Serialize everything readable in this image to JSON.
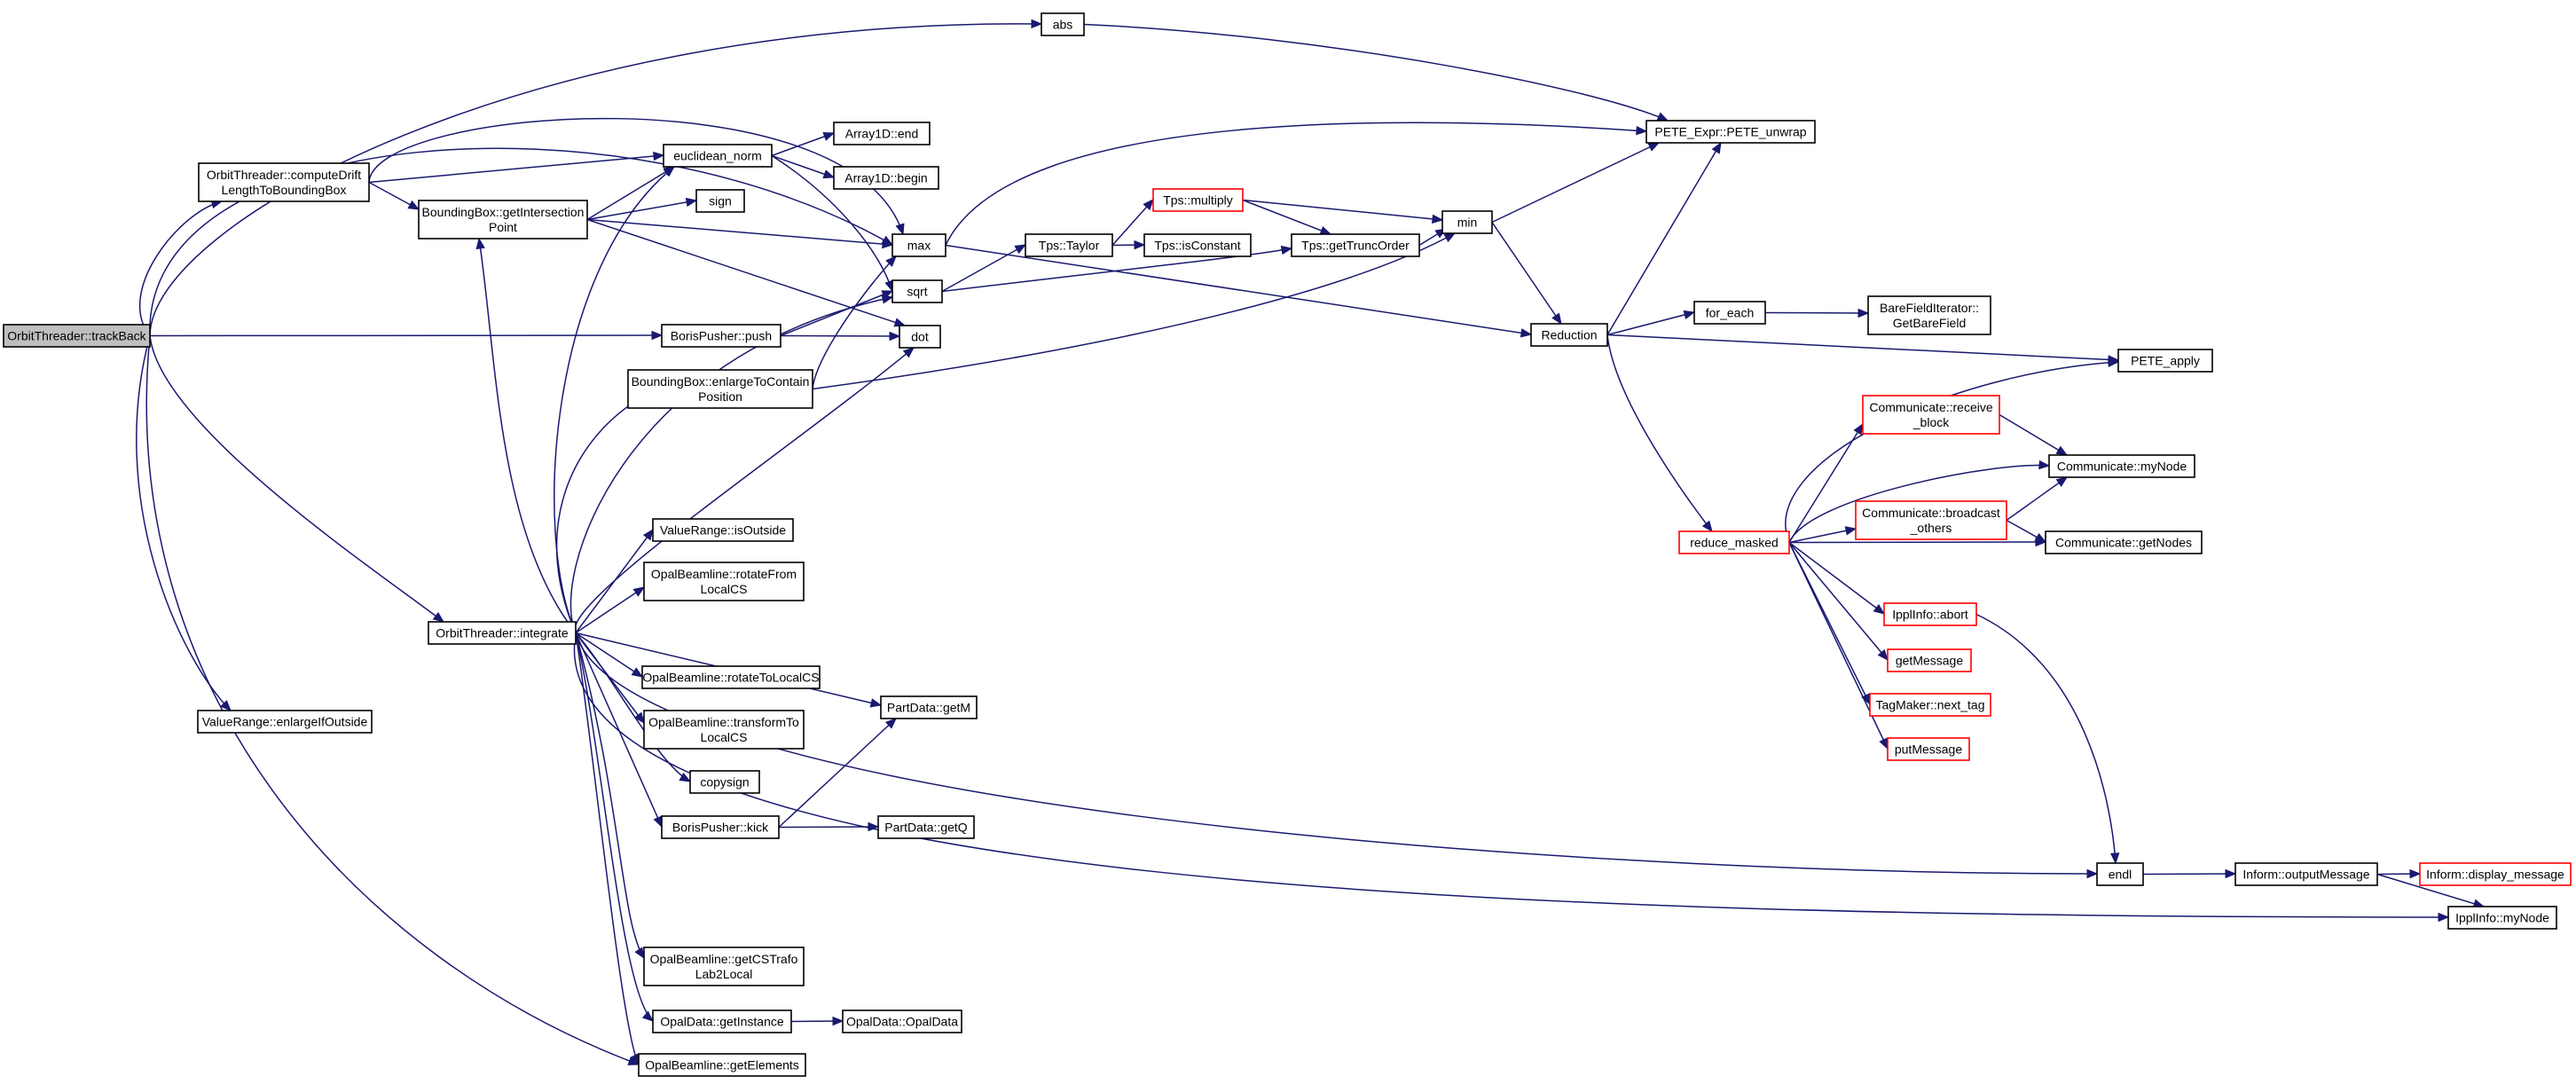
{
  "diagram": {
    "colors": {
      "edge": "#191970",
      "node_border": "#000000",
      "truncated_border": "#ff0000",
      "root_fill": "#bfbfbf",
      "background": "#ffffff"
    },
    "nodes": [
      {
        "id": "trackBack",
        "lines": [
          "OrbitThreader::trackBack"
        ],
        "root": true
      },
      {
        "id": "abs",
        "lines": [
          "abs"
        ]
      },
      {
        "id": "computeDrift",
        "lines": [
          "OrbitThreader::computeDrift",
          "LengthToBoundingBox"
        ]
      },
      {
        "id": "euclidean",
        "lines": [
          "euclidean_norm"
        ]
      },
      {
        "id": "a1end",
        "lines": [
          "Array1D::end"
        ]
      },
      {
        "id": "a1begin",
        "lines": [
          "Array1D::begin"
        ]
      },
      {
        "id": "getIntersection",
        "lines": [
          "BoundingBox::getIntersection",
          "Point"
        ]
      },
      {
        "id": "sign",
        "lines": [
          "sign"
        ]
      },
      {
        "id": "max",
        "lines": [
          "max"
        ]
      },
      {
        "id": "sqrt",
        "lines": [
          "sqrt"
        ]
      },
      {
        "id": "dot",
        "lines": [
          "dot"
        ]
      },
      {
        "id": "borispush",
        "lines": [
          "BorisPusher::push"
        ]
      },
      {
        "id": "enlarge",
        "lines": [
          "BoundingBox::enlargeToContain",
          "Position"
        ]
      },
      {
        "id": "tpsmultiply",
        "lines": [
          "Tps::multiply"
        ],
        "truncated": true
      },
      {
        "id": "tpstaylor",
        "lines": [
          "Tps::Taylor"
        ]
      },
      {
        "id": "tpsisconstant",
        "lines": [
          "Tps::isConstant"
        ]
      },
      {
        "id": "gettrunc",
        "lines": [
          "Tps::getTruncOrder"
        ]
      },
      {
        "id": "min",
        "lines": [
          "min"
        ]
      },
      {
        "id": "peteunwrap",
        "lines": [
          "PETE_Expr::PETE_unwrap"
        ]
      },
      {
        "id": "reduction",
        "lines": [
          "Reduction"
        ]
      },
      {
        "id": "foreach",
        "lines": [
          "for_each"
        ]
      },
      {
        "id": "barefield",
        "lines": [
          "BareFieldIterator::",
          "GetBareField"
        ]
      },
      {
        "id": "peteapply",
        "lines": [
          "PETE_apply"
        ]
      },
      {
        "id": "recvblock",
        "lines": [
          "Communicate::receive",
          "_block"
        ],
        "truncated": true
      },
      {
        "id": "commnode",
        "lines": [
          "Communicate::myNode"
        ]
      },
      {
        "id": "bcast",
        "lines": [
          "Communicate::broadcast",
          "_others"
        ],
        "truncated": true
      },
      {
        "id": "getnodes",
        "lines": [
          "Communicate::getNodes"
        ]
      },
      {
        "id": "reducemasked",
        "lines": [
          "reduce_masked"
        ],
        "truncated": true
      },
      {
        "id": "abort",
        "lines": [
          "IpplInfo::abort"
        ],
        "truncated": true
      },
      {
        "id": "getmessage",
        "lines": [
          "getMessage"
        ],
        "truncated": true
      },
      {
        "id": "nexttag",
        "lines": [
          "TagMaker::next_tag"
        ],
        "truncated": true
      },
      {
        "id": "putmessage",
        "lines": [
          "putMessage"
        ],
        "truncated": true
      },
      {
        "id": "isoutside",
        "lines": [
          "ValueRange::isOutside"
        ]
      },
      {
        "id": "rotfrom",
        "lines": [
          "OpalBeamline::rotateFrom",
          "LocalCS"
        ]
      },
      {
        "id": "integrate",
        "lines": [
          "OrbitThreader::integrate"
        ]
      },
      {
        "id": "rotto",
        "lines": [
          "OpalBeamline::rotateToLocalCS"
        ]
      },
      {
        "id": "getM",
        "lines": [
          "PartData::getM"
        ]
      },
      {
        "id": "transform",
        "lines": [
          "OpalBeamline::transformTo",
          "LocalCS"
        ]
      },
      {
        "id": "copysign",
        "lines": [
          "copysign"
        ]
      },
      {
        "id": "kick",
        "lines": [
          "BorisPusher::kick"
        ]
      },
      {
        "id": "getQ",
        "lines": [
          "PartData::getQ"
        ]
      },
      {
        "id": "enlargeif",
        "lines": [
          "ValueRange::enlargeIfOutside"
        ]
      },
      {
        "id": "endl",
        "lines": [
          "endl"
        ]
      },
      {
        "id": "outputmsg",
        "lines": [
          "Inform::outputMessage"
        ]
      },
      {
        "id": "displaymsg",
        "lines": [
          "Inform::display_message"
        ],
        "truncated": true
      },
      {
        "id": "ipplnode",
        "lines": [
          "IpplInfo::myNode"
        ]
      },
      {
        "id": "getcstrafo",
        "lines": [
          "OpalBeamline::getCSTrafo",
          "Lab2Local"
        ]
      },
      {
        "id": "getinstance",
        "lines": [
          "OpalData::getInstance"
        ]
      },
      {
        "id": "opaldata",
        "lines": [
          "OpalData::OpalData"
        ]
      },
      {
        "id": "getelements",
        "lines": [
          "OpalBeamline::getElements"
        ]
      }
    ]
  }
}
